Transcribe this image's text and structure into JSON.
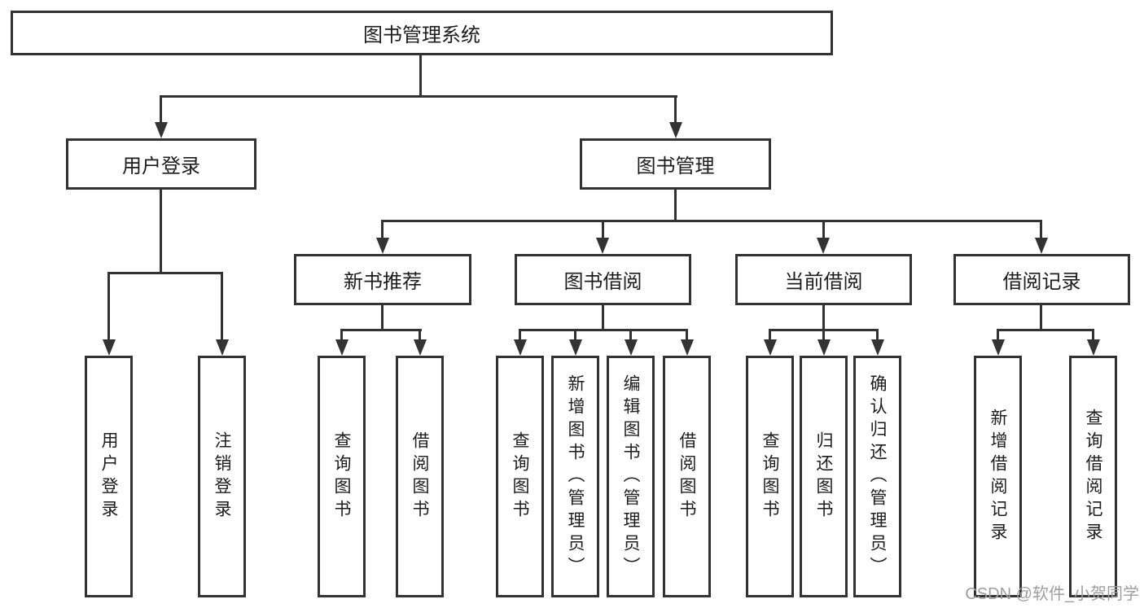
{
  "diagram": {
    "tree": {
      "root": {
        "label": "图书管理系统"
      },
      "branches": [
        {
          "label": "用户登录",
          "children": [
            {
              "label": "用户登录"
            },
            {
              "label": "注销登录"
            }
          ]
        },
        {
          "label": "图书管理",
          "children": [
            {
              "label": "新书推荐",
              "children": [
                {
                  "label": "查询图书"
                },
                {
                  "label": "借阅图书"
                }
              ]
            },
            {
              "label": "图书借阅",
              "children": [
                {
                  "label": "查询图书"
                },
                {
                  "label": "新增图书（管理员）"
                },
                {
                  "label": "编辑图书（管理员）"
                },
                {
                  "label": "借阅图书"
                }
              ]
            },
            {
              "label": "当前借阅",
              "children": [
                {
                  "label": "查询图书"
                },
                {
                  "label": "归还图书"
                },
                {
                  "label": "确认归还（管理员）"
                }
              ]
            },
            {
              "label": "借阅记录",
              "children": [
                {
                  "label": "新增借阅记录"
                },
                {
                  "label": "查询借阅记录"
                }
              ]
            }
          ]
        }
      ]
    },
    "watermark": "CSDN @软件_小贺同学"
  },
  "colors": {
    "line": "#333333",
    "text": "#1c1c1c",
    "watermark": "#9e9e9e",
    "background": "#ffffff"
  }
}
